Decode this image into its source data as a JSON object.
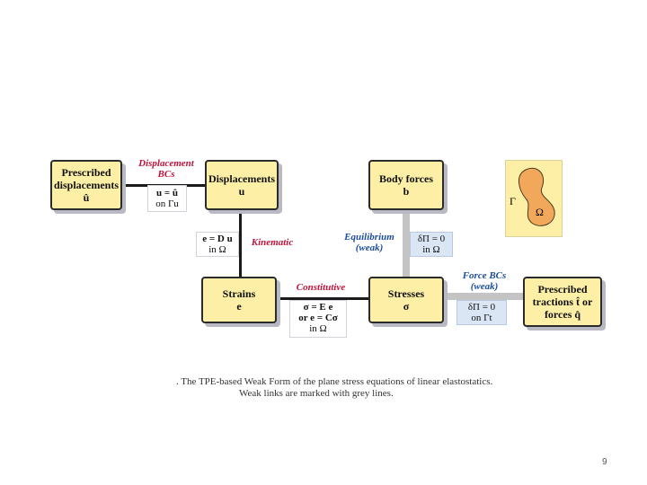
{
  "boxes": {
    "prescribed_displacements": {
      "line1": "Prescribed",
      "line2": "displacements",
      "line3": "û"
    },
    "displacements": {
      "line1": "Displacements",
      "line2": "u"
    },
    "body_forces": {
      "line1": "Body forces",
      "line2": "b"
    },
    "strains": {
      "line1": "Strains",
      "line2": "e"
    },
    "stresses": {
      "line1": "Stresses",
      "line2": "σ"
    },
    "prescribed_tractions": {
      "line1": "Prescribed",
      "line2": "tractions t̂ or",
      "line3": "forces q̂"
    }
  },
  "links": {
    "displacement_bcs": {
      "line1": "Displacement",
      "line2": "BCs"
    },
    "kinematic": "Kinematic",
    "equilibrium": {
      "line1": "Equilibrium",
      "line2": "(weak)"
    },
    "constitutive": "Constitutive",
    "force_bcs": {
      "line1": "Force BCs",
      "line2": "(weak)"
    }
  },
  "equations": {
    "disp_bc": {
      "line1": "u = û",
      "line2": "on Γu"
    },
    "kinematic": {
      "line1": "e = D u",
      "line2": "in Ω"
    },
    "equilibrium": {
      "line1": "δΠ = 0",
      "line2": "in Ω"
    },
    "constitutive": {
      "line1": "σ = E e",
      "line2": "or  e = Cσ",
      "line3": "in Ω"
    },
    "force_bc": {
      "line1": "δΠ = 0",
      "line2": "on Γt"
    }
  },
  "domain_inset": {
    "gamma": "Γ",
    "omega": "Ω"
  },
  "caption": {
    "line1": ". The TPE-based Weak Form of the plane stress equations of linear elastostatics.",
    "line2": "Weak links are marked with grey lines."
  },
  "page_number": "9",
  "colors": {
    "box_fill": "#fdf0a6",
    "red_label": "#c0143c",
    "blue_label": "#1d4e9a",
    "weak_line": "#c4c4c4"
  }
}
